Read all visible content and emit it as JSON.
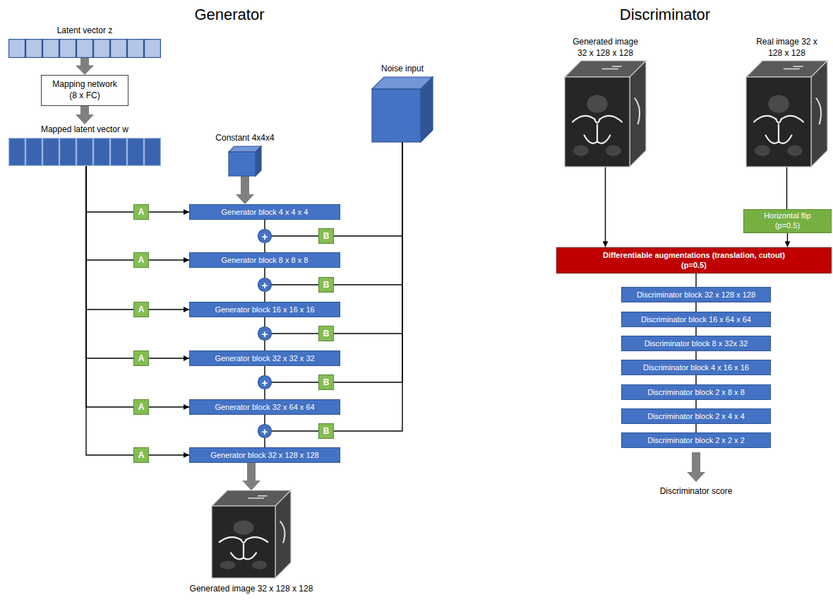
{
  "diagram": {
    "nodes": [
      {
        "text": [
          "Latent vector z"
        ]
      },
      {
        "text": [
          "Mapping network (8 x FC)"
        ]
      },
      {
        "text": [
          "Mapped latent vector w"
        ]
      },
      {
        "text": [
          "Constant 4x4x4"
        ]
      },
      {
        "text": [
          "Noise input"
        ]
      },
      {
        "text": [
          "A"
        ]
      },
      {
        "text": [
          "Generator block 4 x 4 x 4"
        ]
      },
      {
        "text": [
          "+"
        ]
      },
      {
        "text": [
          "B"
        ]
      },
      {
        "text": [
          "A"
        ]
      },
      {
        "text": [
          "Generator block 8 x 8 x 8"
        ]
      },
      {
        "text": [
          "+"
        ]
      },
      {
        "text": [
          "B"
        ]
      },
      {
        "text": [
          "A"
        ]
      },
      {
        "text": [
          "Generator block 16 x 16 x 16"
        ]
      },
      {
        "text": [
          "+"
        ]
      },
      {
        "text": [
          "B"
        ]
      },
      {
        "text": [
          "A"
        ]
      },
      {
        "text": [
          "Generator block 32 x 32 x 32"
        ]
      },
      {
        "text": [
          "+"
        ]
      },
      {
        "text": [
          "B"
        ]
      },
      {
        "text": [
          "A"
        ]
      },
      {
        "text": [
          "Generator block 32 x 64 x 64"
        ]
      },
      {
        "text": [
          "+"
        ]
      },
      {
        "text": [
          "B"
        ]
      },
      {
        "text": [
          "A"
        ]
      },
      {
        "text": [
          "Generator block 32 x 128 x 128"
        ]
      },
      {
        "text": [
          "Generated image 32 x 128 x 128"
        ]
      },
      {
        "text": [
          "Generated image 32 x 128 x 128"
        ]
      },
      {
        "text": [
          "Real image 32 x 128 x 128"
        ]
      },
      {
        "text": [
          "Horizontal flip (p=0.5)"
        ]
      },
      {
        "text": [
          "Differentiable augmentations (translation, cutout) (p=0.5)"
        ]
      },
      {
        "text": [
          "Discriminator block 32 x 128 x 128"
        ]
      },
      {
        "text": [
          "Discriminator block 16 x 64 x 64"
        ]
      },
      {
        "text": [
          "Discriminator block 8 x 32x 32"
        ]
      },
      {
        "text": [
          "Discriminator block 4 x 16 x 16"
        ]
      },
      {
        "text": [
          "Discriminator block 2 x 8 x 8"
        ]
      },
      {
        "text": [
          "Discriminator block 2 x 4 x 4"
        ]
      },
      {
        "text": [
          "Discriminator block 2 x 2 x 2"
        ]
      }
    ],
    "edges": [
      {
        "from": 0,
        "to": 1,
        "arrow": "to"
      },
      {
        "from": 1,
        "to": 2,
        "arrow": "to"
      },
      {
        "from": 3,
        "to": 6,
        "arrow": "to"
      },
      {
        "from": 2,
        "to": 5,
        "arrow": "none"
      },
      {
        "from": 2,
        "to": 9,
        "arrow": "none"
      },
      {
        "from": 2,
        "to": 13,
        "arrow": "none"
      },
      {
        "from": 2,
        "to": 17,
        "arrow": "none"
      },
      {
        "from": 2,
        "to": 21,
        "arrow": "none"
      },
      {
        "from": 2,
        "to": 25,
        "arrow": "none"
      },
      {
        "from": 5,
        "to": 6,
        "arrow": "to"
      },
      {
        "from": 9,
        "to": 10,
        "arrow": "to"
      },
      {
        "from": 13,
        "to": 14,
        "arrow": "to"
      },
      {
        "from": 17,
        "to": 18,
        "arrow": "to"
      },
      {
        "from": 21,
        "to": 22,
        "arrow": "to"
      },
      {
        "from": 25,
        "to": 26,
        "arrow": "to"
      },
      {
        "from": 6,
        "to": 7,
        "arrow": "none"
      },
      {
        "from": 10,
        "to": 11,
        "arrow": "none"
      },
      {
        "from": 14,
        "to": 15,
        "arrow": "none"
      },
      {
        "from": 18,
        "to": 19,
        "arrow": "none"
      },
      {
        "from": 22,
        "to": 23,
        "arrow": "none"
      },
      {
        "from": 7,
        "to": 10,
        "arrow": "none"
      },
      {
        "from": 11,
        "to": 14,
        "arrow": "none"
      },
      {
        "from": 15,
        "to": 18,
        "arrow": "none"
      },
      {
        "from": 19,
        "to": 22,
        "arrow": "none"
      },
      {
        "from": 23,
        "to": 26,
        "arrow": "none"
      },
      {
        "from": 8,
        "to": 7,
        "arrow": "none"
      },
      {
        "from": 12,
        "to": 11,
        "arrow": "none"
      },
      {
        "from": 16,
        "to": 15,
        "arrow": "none"
      },
      {
        "from": 20,
        "to": 19,
        "arrow": "none"
      },
      {
        "from": 24,
        "to": 23,
        "arrow": "none"
      },
      {
        "from": 4,
        "to": 8,
        "arrow": "none"
      },
      {
        "from": 4,
        "to": 12,
        "arrow": "none"
      },
      {
        "from": 4,
        "to": 16,
        "arrow": "none"
      },
      {
        "from": 4,
        "to": 20,
        "arrow": "none"
      },
      {
        "from": 4,
        "to": 24,
        "arrow": "none"
      },
      {
        "from": 26,
        "to": 27,
        "arrow": "to"
      },
      {
        "from": 28,
        "to": 31,
        "arrow": "to"
      },
      {
        "from": 29,
        "to": 30,
        "arrow": "none"
      },
      {
        "from": 30,
        "to": 31,
        "arrow": "to"
      },
      {
        "from": 31,
        "to": 32,
        "arrow": "none"
      },
      {
        "from": 32,
        "to": 33,
        "arrow": "none"
      },
      {
        "from": 33,
        "to": 34,
        "arrow": "none"
      },
      {
        "from": 34,
        "to": 35,
        "arrow": "none"
      },
      {
        "from": 35,
        "to": 36,
        "arrow": "none"
      },
      {
        "from": 36,
        "to": 37,
        "arrow": "none"
      },
      {
        "from": 37,
        "to": 38,
        "arrow": "none"
      }
    ],
    "labels": [
      "Generator",
      "Discriminator",
      "Discriminator score"
    ]
  }
}
